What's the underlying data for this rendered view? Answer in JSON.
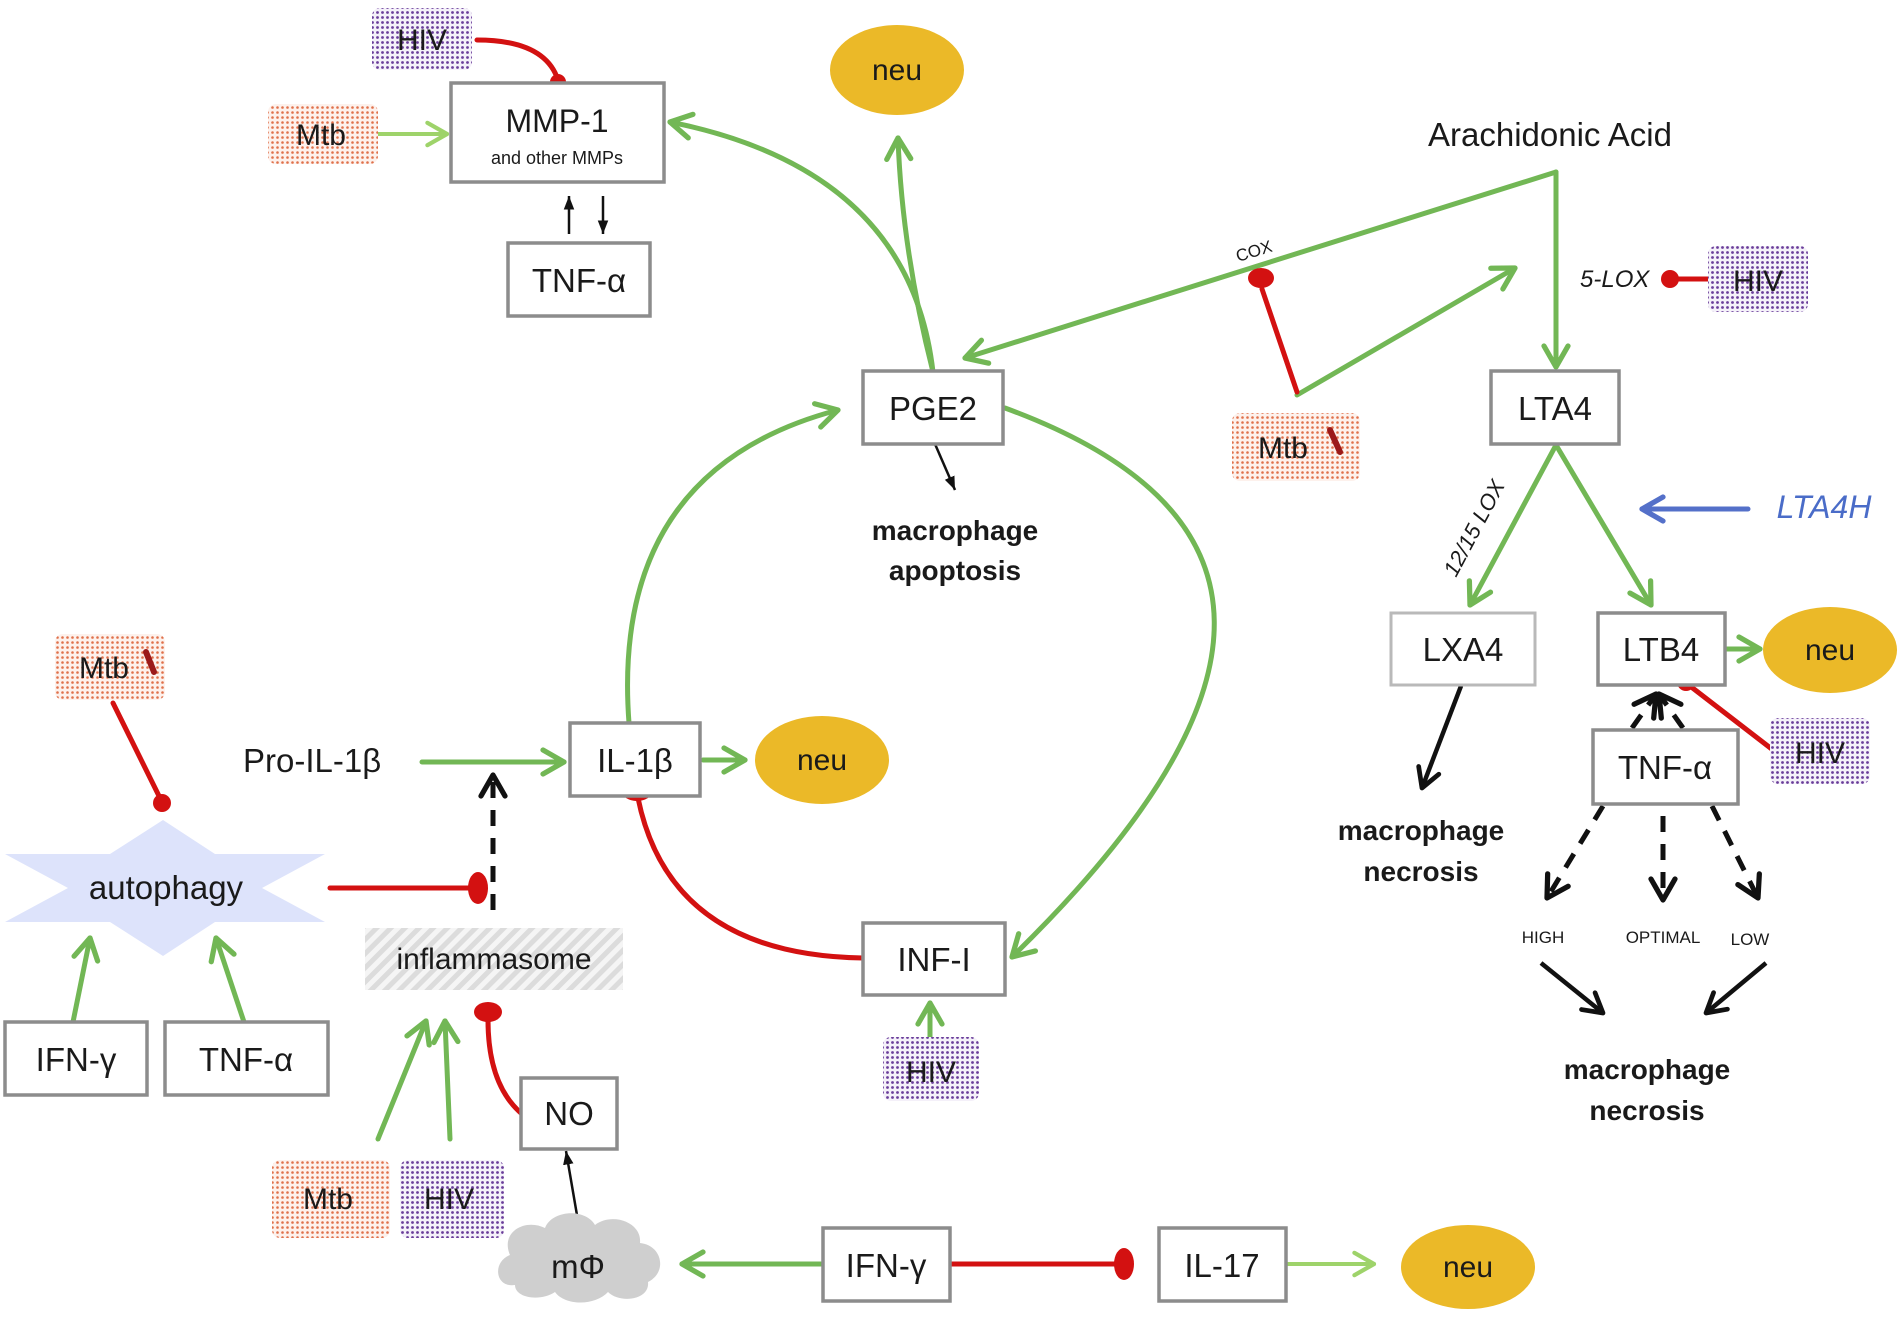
{
  "nodes": {
    "hiv": "HIV",
    "mtb": "Mtb",
    "mmp1_title": "MMP-1",
    "mmp1_sub": "and other MMPs",
    "tnf_alpha": "TNF-α",
    "neu": "neu",
    "arachidonic_acid": "Arachidonic Acid",
    "pge2": "PGE2",
    "lta4": "LTA4",
    "lxa4": "LXA4",
    "ltb4": "LTB4",
    "lta4h": "LTA4H",
    "il1b": "IL-1β",
    "pro_il1b": "Pro-IL-1β",
    "autophagy": "autophagy",
    "inflammasome": "inflammasome",
    "inf_i": "INF-I",
    "ifn_gamma": "IFN-γ",
    "no": "NO",
    "macrophage": "mΦ",
    "il17": "IL-17",
    "macrophage_word": "macrophage",
    "apoptosis_word": "apoptosis",
    "necrosis_word": "necrosis"
  },
  "edge_labels": {
    "cox": "COX",
    "five_lox": "5-LOX",
    "twelve_fifteen_lox": "12/15 LOX",
    "high": "HIGH",
    "optimal": "OPTIMAL",
    "low": "LOW"
  },
  "colors": {
    "activation": "#72b755",
    "inhibition": "#d31111",
    "neutrophil": "#ebb928",
    "hiv_pattern": "#6a3d9a",
    "mtb_pattern": "#e0704a",
    "autophagy_fill": "#dde3fb",
    "lta4h_text": "#4a6cc8"
  }
}
